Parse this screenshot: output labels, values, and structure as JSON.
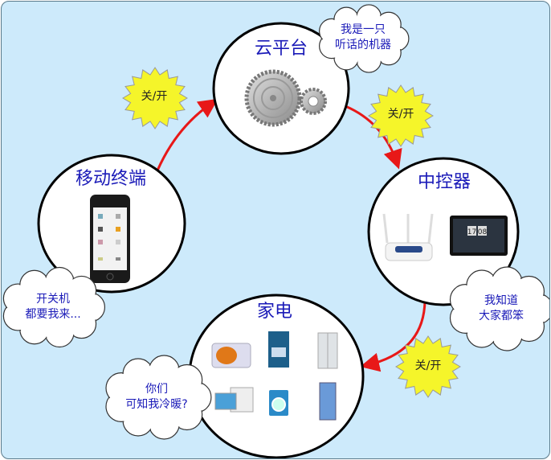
{
  "nodes": {
    "cloud_platform": {
      "label": "云平台",
      "icon": "gears-icon"
    },
    "mobile": {
      "label": "移动终端",
      "icon": "smartphone-icon"
    },
    "controller": {
      "label": "中控器",
      "icon": "router-and-tablet-icon",
      "tablet_time": [
        "17",
        "08"
      ]
    },
    "appliances": {
      "label": "家电",
      "icons": [
        "microwave-icon",
        "stove-icon",
        "fridge-icon",
        "computer-icon",
        "washer-icon",
        "air-conditioner-icon"
      ]
    }
  },
  "signals": [
    "关/开",
    "关/开",
    "关/开"
  ],
  "bubbles": {
    "cloud": [
      "我是一只",
      "听话的机器"
    ],
    "mobile": [
      "开关机",
      "都要我来..."
    ],
    "controller": [
      "我知道",
      "大家都笨"
    ],
    "appliances": [
      "你们",
      "可知我冷暖?"
    ]
  },
  "colors": {
    "background": "#cdeafb",
    "arrow": "#e81818",
    "burst": "#f5f52a",
    "title": "#1a1ab8"
  }
}
